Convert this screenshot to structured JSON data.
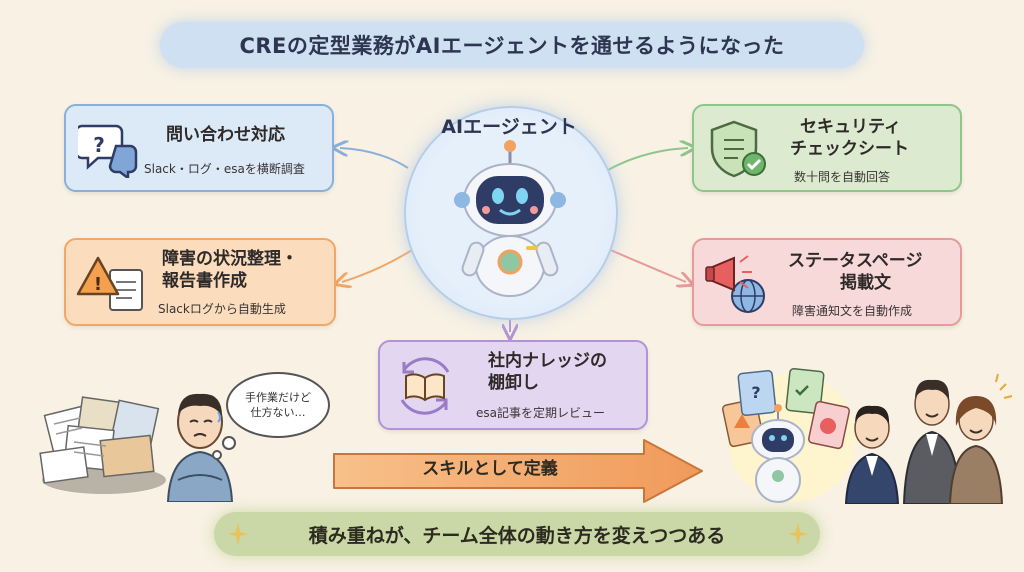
{
  "title": "CREの定型業務がAIエージェントを通せるようになった",
  "center": {
    "label": "AIエージェント"
  },
  "cards": {
    "inquiry": {
      "title": "問い合わせ対応",
      "subtitle": "Slack・ログ・esaを横断調査"
    },
    "incident": {
      "title_line1": "障害の状況整理・",
      "title_line2": "報告書作成",
      "subtitle": "Slackログから自動生成"
    },
    "security": {
      "title_line1": "セキュリティ",
      "title_line2": "チェックシート",
      "subtitle": "数十問を自動回答"
    },
    "status": {
      "title_line1": "ステータスページ",
      "title_line2": "掲載文",
      "subtitle": "障害通知文を自動作成"
    },
    "knowledge": {
      "title_line1": "社内ナレッジの",
      "title_line2": "棚卸し",
      "subtitle": "esa記事を定期レビュー"
    }
  },
  "thought_bubble": {
    "line1": "手作業だけど",
    "line2": "仕方ない…"
  },
  "arrow_label": "スキルとして定義",
  "bottom": {
    "text": "積み重ねが、チーム全体の動き方を変えつつある"
  },
  "colors": {
    "blue": "#dce9f7",
    "orange": "#fbdcbc",
    "green": "#dcebcf",
    "pink": "#f8d9d9",
    "purple": "#e3d6f0",
    "accent": "#f1a266"
  }
}
